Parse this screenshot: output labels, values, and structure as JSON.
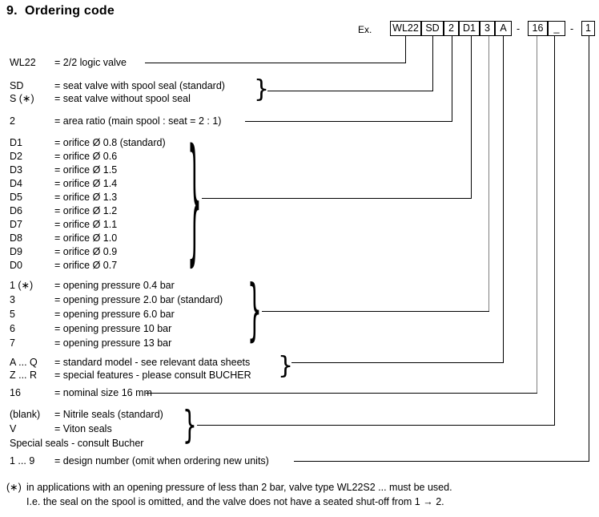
{
  "document": {
    "section_number": "9.",
    "section_title": "Ordering code"
  },
  "example": {
    "label": "Ex.",
    "boxes": [
      {
        "text": "WL22",
        "kind": "type"
      },
      {
        "text": "SD",
        "kind": "seal-design"
      },
      {
        "text": "2",
        "kind": "area-ratio"
      },
      {
        "text": "D1",
        "kind": "orifice"
      },
      {
        "text": "3",
        "kind": "opening-pressure"
      },
      {
        "text": "A",
        "kind": "model"
      },
      {
        "text": "16",
        "kind": "nominal-size"
      },
      {
        "text": "_",
        "kind": "seal-material"
      },
      {
        "text": "1",
        "kind": "design-number"
      }
    ],
    "separator": "-"
  },
  "groups": [
    {
      "id": "valve-type",
      "rows": [
        {
          "code": "WL22",
          "desc": "= 2/2 logic valve"
        }
      ]
    },
    {
      "id": "seat-valve-design",
      "rows": [
        {
          "code": "SD",
          "desc": "= seat valve with spool seal (standard)"
        },
        {
          "code": "S (∗)",
          "desc": "= seat valve without spool seal"
        }
      ]
    },
    {
      "id": "area-ratio",
      "rows": [
        {
          "code": "2",
          "desc": "= area ratio (main spool : seat = 2 : 1)"
        }
      ]
    },
    {
      "id": "orifice",
      "rows": [
        {
          "code": "D1",
          "desc": "= orifice Ø 0.8 (standard)"
        },
        {
          "code": "D2",
          "desc": "= orifice Ø 0.6"
        },
        {
          "code": "D3",
          "desc": "= orifice Ø 1.5"
        },
        {
          "code": "D4",
          "desc": "= orifice Ø 1.4"
        },
        {
          "code": "D5",
          "desc": "= orifice Ø 1.3"
        },
        {
          "code": "D6",
          "desc": "= orifice Ø 1.2"
        },
        {
          "code": "D7",
          "desc": "= orifice Ø 1.1"
        },
        {
          "code": "D8",
          "desc": "= orifice Ø 1.0"
        },
        {
          "code": "D9",
          "desc": "= orifice Ø 0.9"
        },
        {
          "code": "D0",
          "desc": "= orifice Ø 0.7"
        }
      ]
    },
    {
      "id": "opening-pressure",
      "rows": [
        {
          "code": "1 (∗)",
          "desc": "= opening pressure 0.4 bar"
        },
        {
          "code": "3",
          "desc": "= opening pressure 2.0 bar (standard)"
        },
        {
          "code": "5",
          "desc": "= opening pressure 6.0 bar"
        },
        {
          "code": "6",
          "desc": "= opening pressure 10 bar"
        },
        {
          "code": "7",
          "desc": "= opening pressure 13 bar"
        }
      ]
    },
    {
      "id": "model",
      "rows": [
        {
          "code": "A ... Q",
          "desc": "= standard model - see relevant data sheets"
        },
        {
          "code": "Z ... R",
          "desc": "= special features - please consult BUCHER"
        }
      ]
    },
    {
      "id": "nominal-size",
      "rows": [
        {
          "code": "16",
          "desc": "= nominal size 16 mm"
        }
      ]
    },
    {
      "id": "seal-material",
      "rows": [
        {
          "code": "(blank)",
          "desc": "= Nitrile seals (standard)"
        },
        {
          "code": "V",
          "desc": "= Viton seals"
        },
        {
          "code": "Special seals - consult Bucher",
          "desc": ""
        }
      ]
    },
    {
      "id": "design-number",
      "rows": [
        {
          "code": "1 ... 9",
          "desc": "= design number (omit when ordering new units)"
        }
      ]
    }
  ],
  "footnote": {
    "marker": "(∗)",
    "line1": "in applications with an opening pressure of less than 2 bar, valve type WL22S2 ... must be used.",
    "line2": "I.e. the seal on the spool is omitted, and the valve does not have a seated shut-off from 1 → 2."
  },
  "colors": {
    "text": "#000000",
    "line": "#000000",
    "line_light": "#808080",
    "background": "#ffffff"
  }
}
